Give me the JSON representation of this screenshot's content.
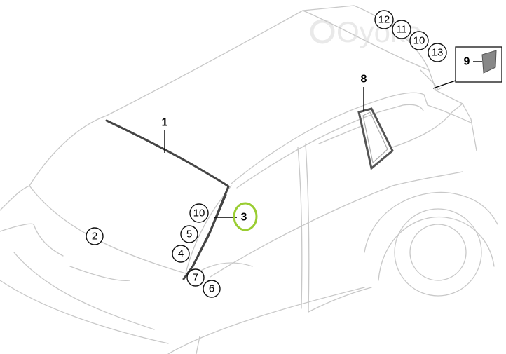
{
  "watermark": "Oyoko",
  "highlight_color": "#9acd32",
  "callouts": {
    "c1": "1",
    "c2": "2",
    "c3": "3",
    "c4": "4",
    "c5": "5",
    "c6": "6",
    "c7": "7",
    "c8": "8",
    "c9": "9",
    "c10a": "10",
    "c10b": "10",
    "c11": "11",
    "c12": "12",
    "c13": "13"
  }
}
